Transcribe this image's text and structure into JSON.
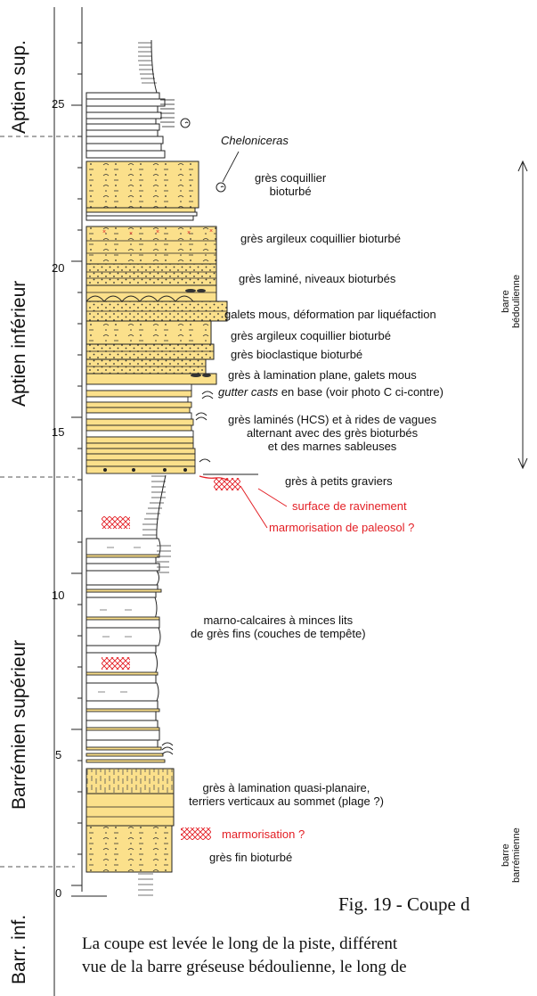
{
  "stages": [
    {
      "id": "aptien-sup",
      "label": "Aptien sup."
    },
    {
      "id": "aptien-inf",
      "label": "Aptien inférieur"
    },
    {
      "id": "barremien-sup",
      "label": "Barrémien supérieur"
    },
    {
      "id": "barr-inf",
      "label": "Barr. inf."
    }
  ],
  "scale": {
    "ticks": [
      "0",
      "5",
      "10",
      "15",
      "20",
      "25"
    ],
    "unit": "m"
  },
  "fossil_label": "Cheloniceras",
  "annotations": {
    "gres_coquillier": "grès coquillier",
    "bioturbe": "bioturbé",
    "gres_argileux_1": "grès argileux coquillier bioturbé",
    "gres_lamine": "grès laminé, niveaux bioturbés",
    "galets_mous": "galets mous, déformation par liquéfaction",
    "gres_argileux_2": "grès argileux coquillier bioturbé",
    "gres_bioclastique": "grès bioclastique bioturbé",
    "lamination_plane": "grès à lamination plane, galets mous",
    "gutter_casts": "gutter casts",
    "gutter_rest": " en base (voir photo C ci-contre)",
    "hcs_1": "grès laminés (HCS) et à rides de vagues",
    "hcs_2": "alternant avec des grès bioturbés",
    "hcs_3": "et des marnes sableuses",
    "petits_graviers": "grès à petits graviers",
    "marno_1": "marno-calcaires à minces lits",
    "marno_2": "de grès fins (couches de tempête)",
    "quasi_1": "grès à lamination quasi-planaire,",
    "quasi_2": "terriers verticaux au sommet (plage ?)",
    "gres_fin": "grès fin bioturbé"
  },
  "red_annotations": {
    "ravinement": "surface de ravinement",
    "paleosol": "marmorisation de paleosol ?",
    "marmorisation": "marmorisation ?"
  },
  "barre_labels": {
    "bedoulienne_1": "barre",
    "bedoulienne_2": "bédoulienne",
    "barremienne_1": "barre",
    "barremienne_2": "barrémienne"
  },
  "caption": "Fig. 19 - Coupe d",
  "paragraph": {
    "line1": "La coupe est levée le long de la piste, différent",
    "line2": "vue de la barre gréseuse bédoulienne, le long de"
  },
  "colors": {
    "sandstone": "#fbe08b",
    "marl": "#ffffff",
    "stroke": "#222222",
    "red": "#e31e24"
  }
}
